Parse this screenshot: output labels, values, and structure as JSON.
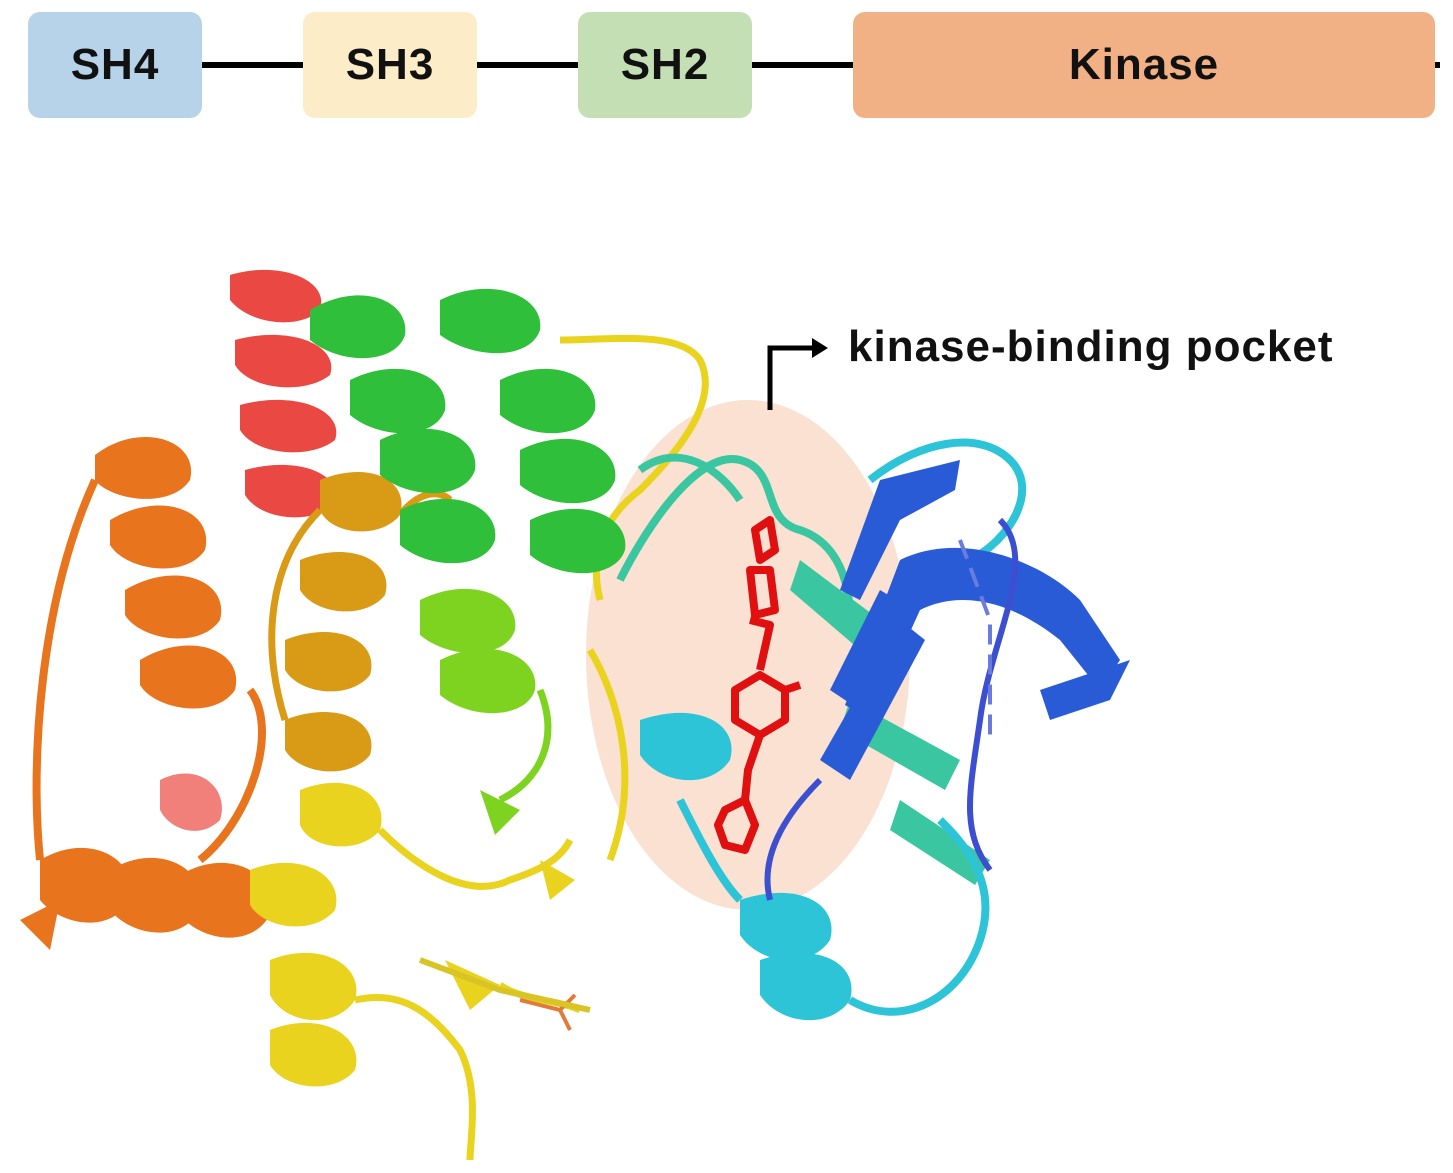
{
  "domains": [
    {
      "label": "SH4",
      "color": "#b7d3ea"
    },
    {
      "label": "SH3",
      "color": "#fdecc8"
    },
    {
      "label": "SH2",
      "color": "#c5dfb4"
    },
    {
      "label": "Kinase",
      "color": "#f2b184"
    }
  ],
  "annotation": {
    "pocket_label": "kinase-binding  pocket",
    "pocket_color": "#f6c8ab"
  },
  "structure_colors": {
    "red": "#e8352e",
    "orange": "#e8751e",
    "amber": "#d99a16",
    "yellow": "#e9d31e",
    "green": "#2fbf3a",
    "lightgreen": "#7ed321",
    "cyan": "#2ec4d8",
    "teal": "#3ac6a0",
    "blue": "#2a5bd7",
    "ligand": "#e01010"
  }
}
